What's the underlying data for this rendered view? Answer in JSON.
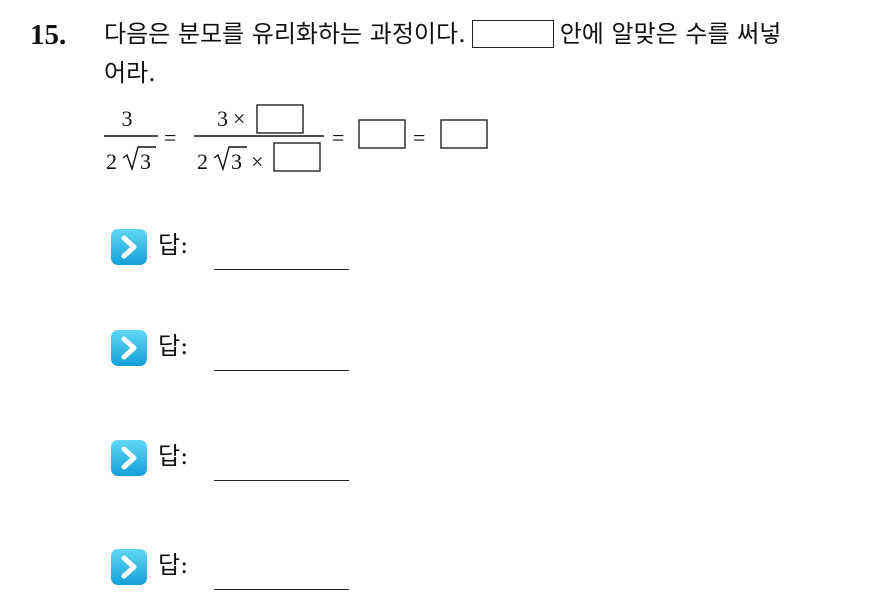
{
  "question": {
    "number": "15.",
    "prompt_before_box": "다음은 분모를 유리화하는 과정이다.",
    "prompt_after_box": "안에 알맞은 수를 써넣",
    "prompt_line2": "어라."
  },
  "equation": {
    "lhs_numerator": "3",
    "lhs_denominator_coefficient": "2",
    "lhs_denominator_radicand": "3",
    "mid_numerator": "3",
    "mid_denominator_coefficient": "2",
    "mid_denominator_radicand": "3",
    "times_symbol": "×",
    "equals_symbol": "="
  },
  "answers": [
    {
      "label": "답:",
      "value": ""
    },
    {
      "label": "답:",
      "value": ""
    },
    {
      "label": "답:",
      "value": ""
    },
    {
      "label": "답:",
      "value": ""
    }
  ],
  "colors": {
    "icon_gradient_top": "#55d3f3",
    "icon_gradient_bottom": "#1aa6dd",
    "icon_chevron": "#ffffff",
    "text": "#111111",
    "lines": "#222222"
  },
  "icons": {
    "answer_marker": "chevron-right-icon"
  }
}
